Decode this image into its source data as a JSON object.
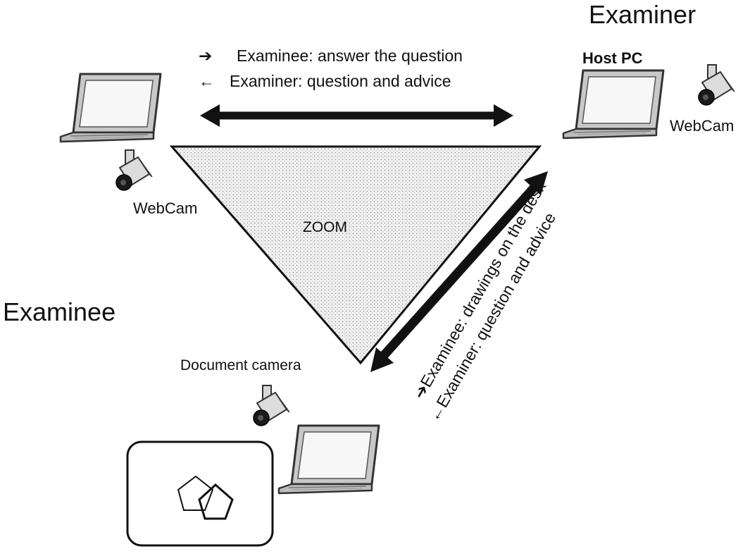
{
  "roles": {
    "examiner": "Examiner",
    "examinee": "Examinee"
  },
  "devices": {
    "host_pc": "Host PC",
    "webcam_examiner": "WebCam",
    "webcam_examinee": "WebCam",
    "document_camera": "Document camera"
  },
  "center": {
    "platform": "ZOOM"
  },
  "links": {
    "top": {
      "line1_arrow": "➔",
      "line1": "Examinee: answer the question",
      "line2_arrow": "←",
      "line2": "Examiner: question and advice"
    },
    "right": {
      "line1": "➔Examinee: drawings on the desk",
      "line2": "←Examiner: question and advice"
    }
  },
  "colors": {
    "ink": "#111111",
    "dot": "#9a9a9a",
    "triangle_fill": "#eeeeee"
  },
  "icons": [
    "laptop-icon",
    "webcam-icon",
    "document-camera-icon",
    "pentagon-icon"
  ]
}
